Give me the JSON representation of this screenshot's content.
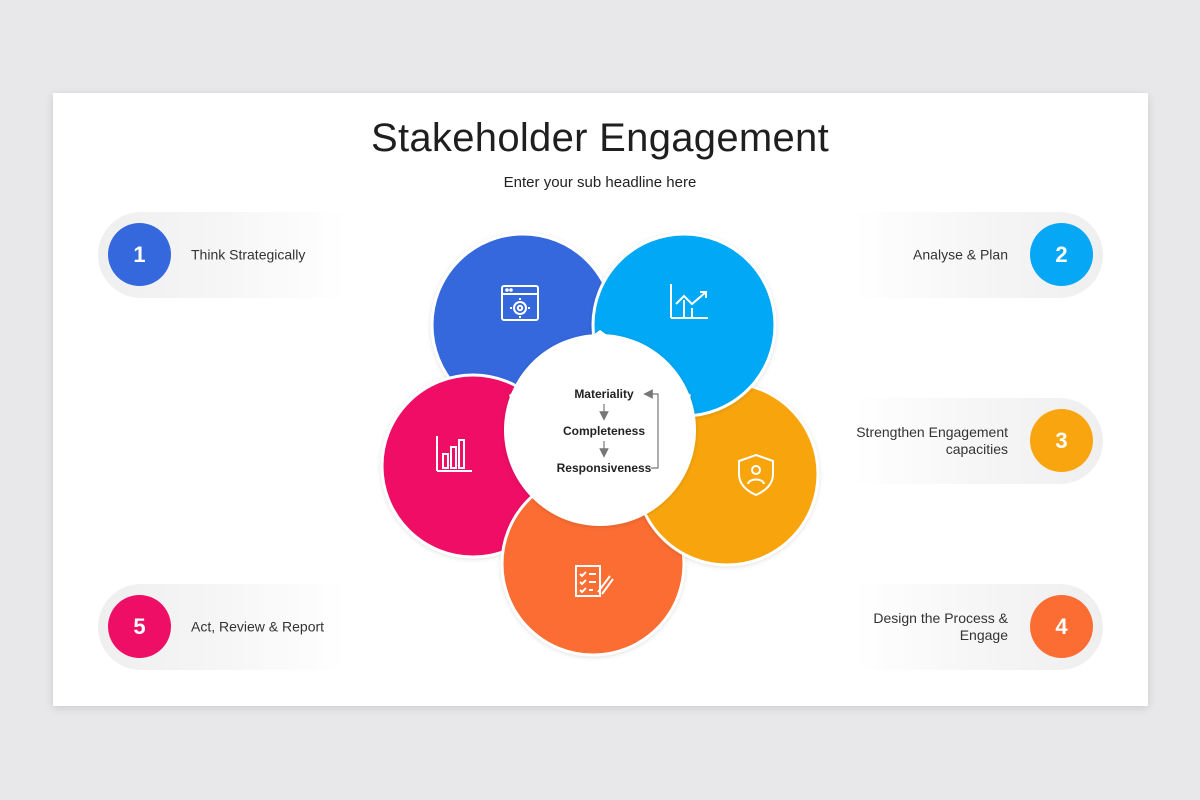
{
  "title": "Stakeholder Engagement",
  "subtitle": "Enter your sub headline here",
  "steps": [
    {
      "number": "1",
      "label": "Think Strategically",
      "color": "#3568dd"
    },
    {
      "number": "2",
      "label": "Analyse & Plan",
      "color": "#06a8f5"
    },
    {
      "number": "3",
      "label": "Strengthen  Engagement capacities",
      "color": "#f8a50f"
    },
    {
      "number": "4",
      "label": "Design the Process  & Engage",
      "color": "#fb6d33"
    },
    {
      "number": "5",
      "label": "Act, Review & Report",
      "color": "#ef0e66"
    }
  ],
  "center": {
    "items": [
      "Materiality",
      "Completeness",
      "Responsiveness"
    ]
  },
  "petals": [
    {
      "color": "#3568dd",
      "icon": "browser-gear-icon"
    },
    {
      "color": "#06a8f5",
      "icon": "growth-chart-icon"
    },
    {
      "color": "#f8a50f",
      "icon": "shield-user-icon"
    },
    {
      "color": "#fb6d33",
      "icon": "checklist-edit-icon"
    },
    {
      "color": "#ef0e66",
      "icon": "bar-chart-icon"
    }
  ]
}
